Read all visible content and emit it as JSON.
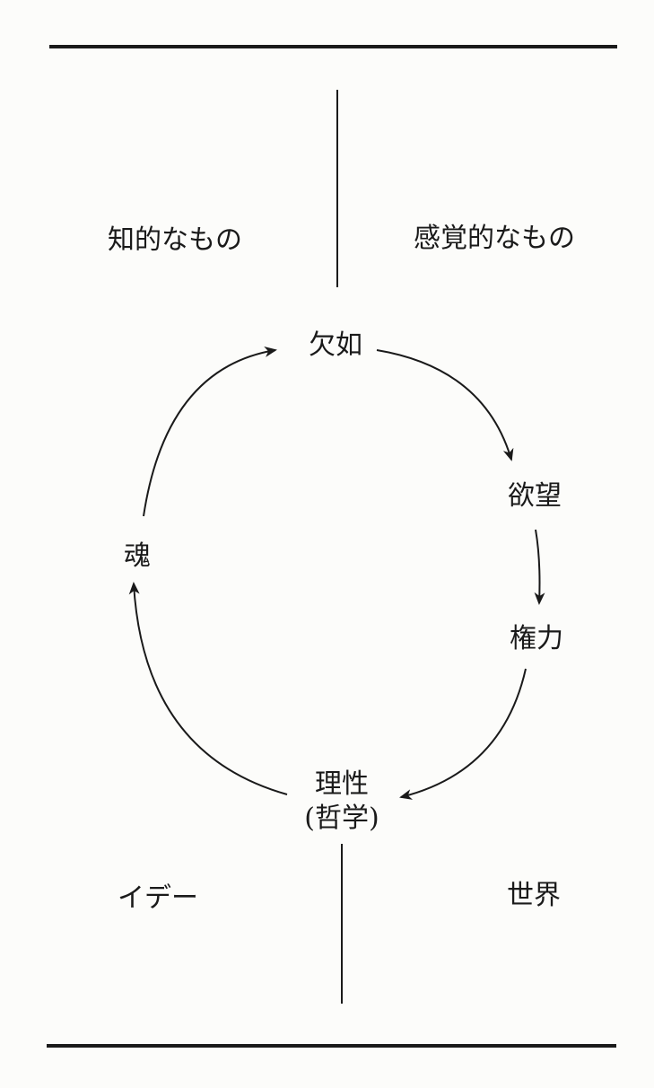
{
  "regions": {
    "intelligible": "知的なもの",
    "sensible": "感覚的なもの",
    "idea": "イデー",
    "world": "世界"
  },
  "nodes": {
    "lack": "欠如",
    "desire": "欲望",
    "power": "権力",
    "reason": "理性",
    "philosophy": "(哲学)",
    "soul": "魂"
  },
  "colors": {
    "ink": "#1a1a1a",
    "paper": "#fcfcfa"
  }
}
